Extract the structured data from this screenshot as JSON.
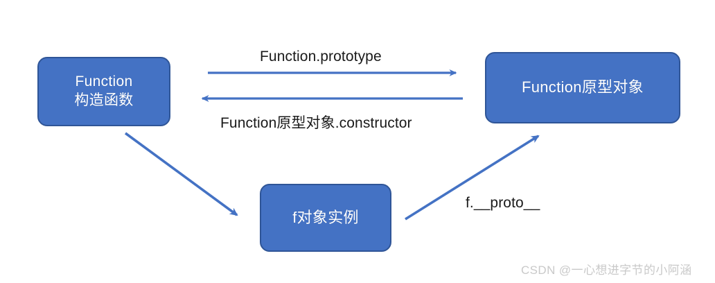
{
  "diagram": {
    "title_text": "",
    "background_color": "#ffffff",
    "node_fill_color": "#4472C4",
    "node_border_color": "#2F5597",
    "node_text_color": "#ffffff",
    "edge_color": "#4472C4",
    "label_text_color": "#1a1a1a",
    "nodes": [
      {
        "id": "function-constructor",
        "line1": "Function",
        "line2": "构造函数"
      },
      {
        "id": "function-prototype-object",
        "line1": "Function原型对象"
      },
      {
        "id": "f-instance",
        "line1": "f对象实例"
      }
    ],
    "edges": [
      {
        "id": "prototype-edge",
        "label": "Function.prototype",
        "direction": "right"
      },
      {
        "id": "constructor-edge",
        "label": "Function原型对象.constructor",
        "direction": "left"
      },
      {
        "id": "instantiation-edge",
        "label": "",
        "direction": "down-right"
      },
      {
        "id": "proto-edge",
        "label": "f.__proto__",
        "direction": "up-right"
      }
    ]
  },
  "watermark": {
    "text": "CSDN @一心想进字节的小阿涵"
  }
}
